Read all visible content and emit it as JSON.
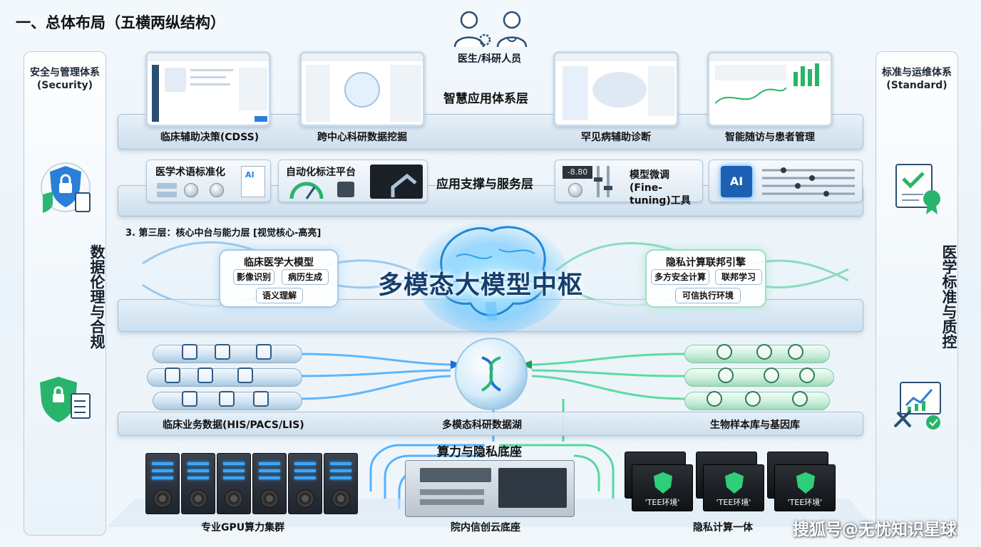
{
  "header": {
    "title": "一、总体布局（五横两纵结构）"
  },
  "left_pillar": {
    "title": "安全与管理体系\n(Security)",
    "title_line1": "安全与管理体系",
    "title_line2": "(Security)",
    "vertical_text": "数据伦理与合规"
  },
  "right_pillar": {
    "title_line1": "标准与运维体系",
    "title_line2": "(Standard)",
    "vertical_text": "医学标准与质控"
  },
  "users": {
    "label": "医生/科研人员"
  },
  "application_layer": {
    "title": "智慧应用体系层",
    "cards": [
      {
        "label": "临床辅助决策(CDSS)"
      },
      {
        "label": "跨中心科研数据挖掘"
      },
      {
        "label": "罕见病辅助诊断"
      },
      {
        "label": "智能随访与患者管理"
      }
    ]
  },
  "service_layer": {
    "title": "应用支撑与服务层",
    "panels": [
      {
        "label": "医学术语标准化"
      },
      {
        "label": "自动化标注平台"
      },
      {
        "label_line1": "模型微调(Fine-",
        "label_line2": "tuning)工具"
      }
    ],
    "display_value": "-8.80"
  },
  "core_layer": {
    "heading": "3. 第三层：核心中台与能力层 [视觉核心-高亮]",
    "center_title": "多模态大模型中枢",
    "left_box": {
      "title": "临床医学大模型",
      "items": [
        "影像识别",
        "病历生成",
        "语义理解"
      ]
    },
    "right_box": {
      "title": "隐私计算联邦引擎",
      "items": [
        "多方安全计算",
        "联邦学习",
        "可信执行环境"
      ]
    }
  },
  "data_layer": {
    "left_label": "临床业务数据(HIS/PACS/LIS)",
    "center_label": "多模态科研数据湖",
    "right_label": "生物样本库与基因库"
  },
  "infra_layer": {
    "title": "算力与隐私底座",
    "left_label": "专业GPU算力集群",
    "center_label": "院内信创云底座",
    "right_label": "隐私计算一体",
    "tee_label": "'TEE环境'"
  },
  "watermark": "搜狐号@无忧知识星球",
  "colors": {
    "accent_blue": "#39a7ff",
    "accent_green": "#2fcf7a",
    "text_dark": "#111111"
  }
}
